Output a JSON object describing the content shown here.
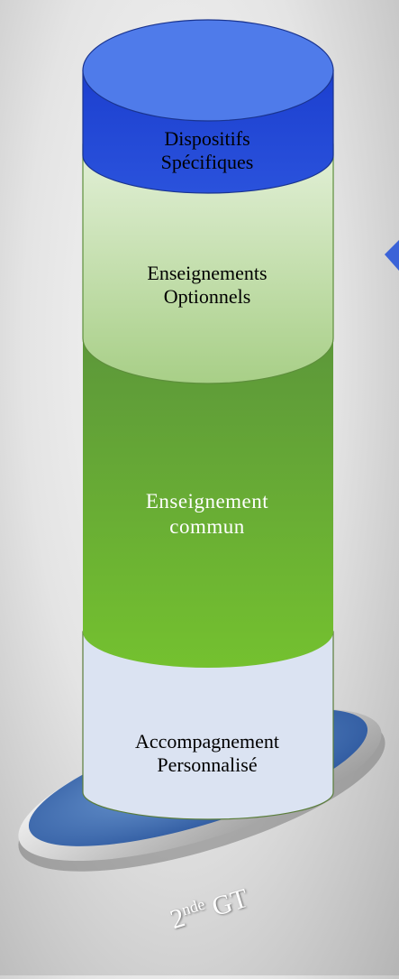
{
  "segments": [
    {
      "id": "dispositifs",
      "line1": "Dispositifs",
      "line2": "Spécifiques",
      "color_top": "#4f7bea",
      "color_body": "#1f45d4"
    },
    {
      "id": "optionnels",
      "line1": "Enseignements",
      "line2": "Optionnels",
      "color_top": "#dceccd",
      "color_body": "#b7d89a"
    },
    {
      "id": "commun",
      "line1": "Enseignement",
      "line2": "commun",
      "color_top": "#4f8a2c",
      "color_body": "#6aae33"
    },
    {
      "id": "accompagnement",
      "line1": "Accompagnement",
      "line2": "Personnalisé",
      "color_top": "#d3def0",
      "color_body": "#dbe3f2"
    }
  ],
  "base": {
    "prefix": "2",
    "superscript": "nde",
    "suffix": "GT",
    "color": "#3f6fae"
  },
  "pointer": {
    "color": "#3b63d8"
  }
}
